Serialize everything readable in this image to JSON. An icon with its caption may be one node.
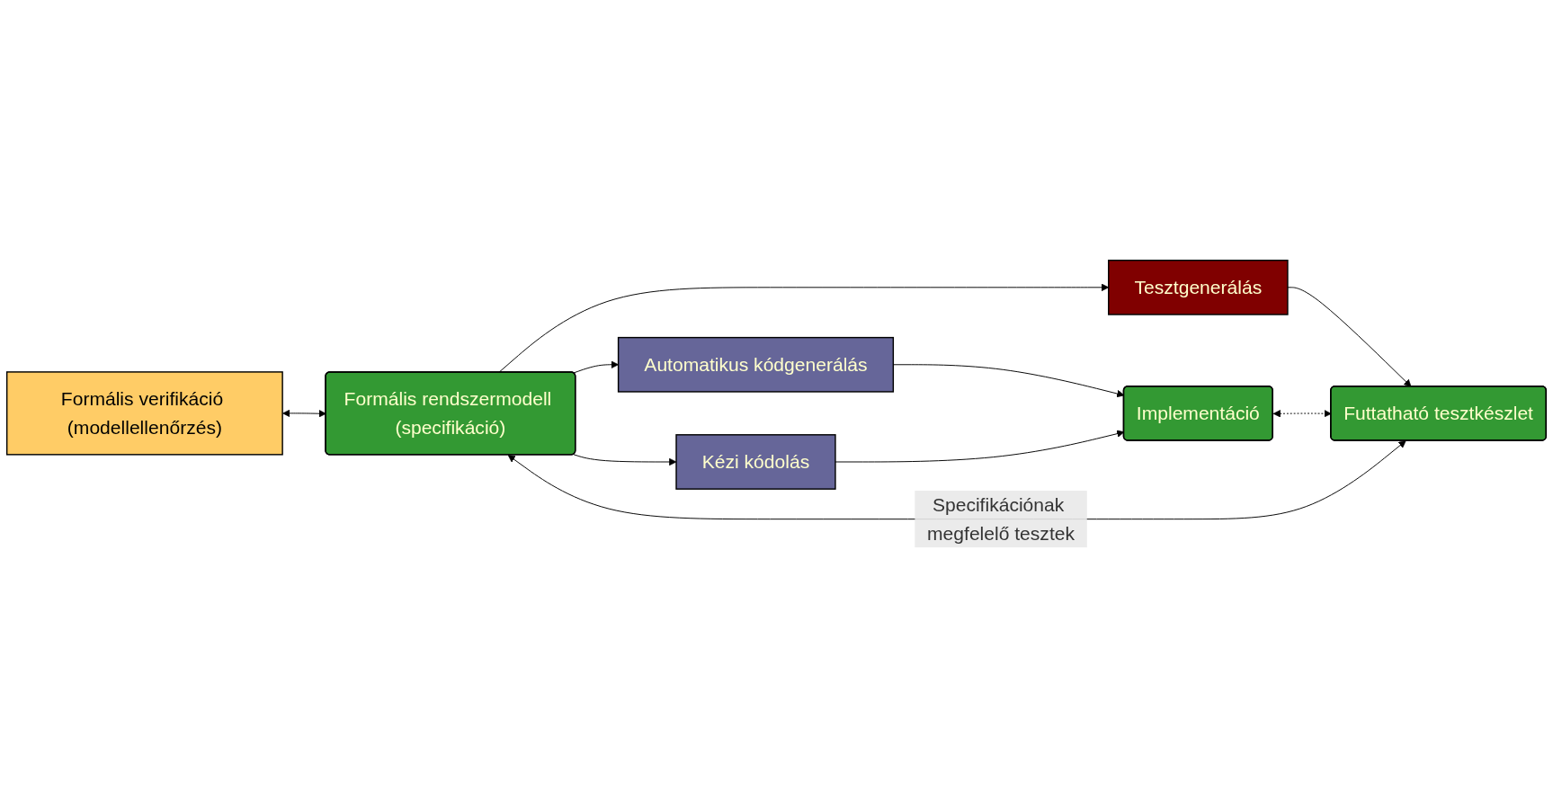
{
  "diagram": {
    "nodes": [
      {
        "text": [
          "Formális verifikáció (modellellenőrzés)"
        ]
      },
      {
        "text": [
          "Formális rendszermodell (specifikáció)"
        ]
      },
      {
        "text": [
          "Automatikus kódgenerálás"
        ]
      },
      {
        "text": [
          "Kézi kódolás"
        ]
      },
      {
        "text": [
          "Tesztgenerálás"
        ]
      },
      {
        "text": [
          "Implementáció"
        ]
      },
      {
        "text": [
          "Futtatható tesztkészlet"
        ]
      }
    ],
    "edges": [
      {
        "from": 0,
        "to": 1,
        "arrow": "both"
      },
      {
        "from": 1,
        "to": 2,
        "arrow": "to"
      },
      {
        "from": 1,
        "to": 3,
        "arrow": "to"
      },
      {
        "from": 1,
        "to": 4,
        "arrow": "to"
      },
      {
        "from": 2,
        "to": 5,
        "arrow": "to"
      },
      {
        "from": 3,
        "to": 5,
        "arrow": "to"
      },
      {
        "from": 4,
        "to": 6,
        "arrow": "to"
      },
      {
        "from": 5,
        "to": 6,
        "arrow": "both",
        "style": "dashed"
      },
      {
        "from": 1,
        "to": 6,
        "arrow": "both",
        "label": "Specifikációnak megfelelő tesztek"
      }
    ]
  }
}
